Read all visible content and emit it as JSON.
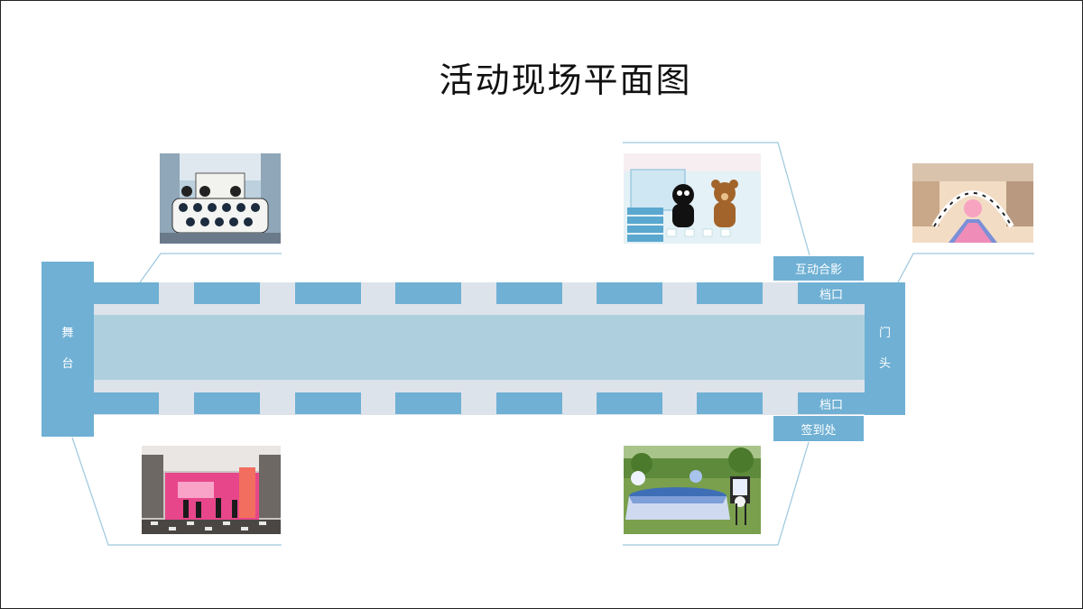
{
  "title": "活动现场平面图",
  "stage": {
    "chars": [
      "舞",
      "台"
    ]
  },
  "entrance": {
    "chars": [
      "门",
      "头"
    ]
  },
  "labels": {
    "interactive_photo": "互动合影",
    "booth_top": "档口",
    "booth_bottom": "档口",
    "sign_in": "签到处"
  },
  "colors": {
    "stall": "#6fb0d4",
    "main_aisle": "#aed0de",
    "gap": "#dde3ea",
    "leader_line": "#9cc7de"
  },
  "photos": [
    {
      "name": "photo-stage-booth",
      "subject": "polka-dot booth on stage"
    },
    {
      "name": "photo-interactive-photo",
      "subject": "mascot photo zone"
    },
    {
      "name": "photo-entrance",
      "subject": "colorful entrance arch"
    },
    {
      "name": "photo-stage-venue",
      "subject": "mall stage with performers"
    },
    {
      "name": "photo-sign-in",
      "subject": "outdoor sign-in table"
    }
  ]
}
